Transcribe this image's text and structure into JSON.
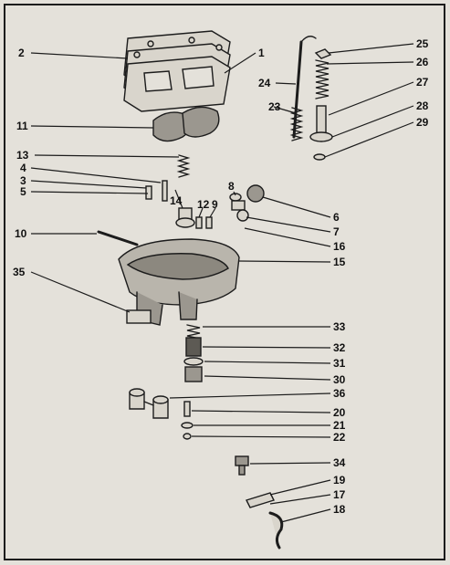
{
  "figure": {
    "callouts": [
      {
        "id": "1",
        "text": "1"
      },
      {
        "id": "2",
        "text": "2"
      },
      {
        "id": "3",
        "text": "3"
      },
      {
        "id": "4",
        "text": "4"
      },
      {
        "id": "5",
        "text": "5"
      },
      {
        "id": "6",
        "text": "6"
      },
      {
        "id": "7",
        "text": "7"
      },
      {
        "id": "8",
        "text": "8"
      },
      {
        "id": "9",
        "text": "9"
      },
      {
        "id": "10",
        "text": "10"
      },
      {
        "id": "11",
        "text": "11"
      },
      {
        "id": "12",
        "text": "12"
      },
      {
        "id": "13",
        "text": "13"
      },
      {
        "id": "14",
        "text": "14"
      },
      {
        "id": "15",
        "text": "15"
      },
      {
        "id": "16",
        "text": "16"
      },
      {
        "id": "17",
        "text": "17"
      },
      {
        "id": "18",
        "text": "18"
      },
      {
        "id": "19",
        "text": "19"
      },
      {
        "id": "20",
        "text": "20"
      },
      {
        "id": "21",
        "text": "21"
      },
      {
        "id": "22",
        "text": "22"
      },
      {
        "id": "23",
        "text": "23"
      },
      {
        "id": "24",
        "text": "24"
      },
      {
        "id": "25",
        "text": "25"
      },
      {
        "id": "26",
        "text": "26"
      },
      {
        "id": "27",
        "text": "27"
      },
      {
        "id": "28",
        "text": "28"
      },
      {
        "id": "29",
        "text": "29"
      },
      {
        "id": "30",
        "text": "30"
      },
      {
        "id": "31",
        "text": "31"
      },
      {
        "id": "32",
        "text": "32"
      },
      {
        "id": "33",
        "text": "33"
      },
      {
        "id": "34",
        "text": "34"
      },
      {
        "id": "35",
        "text": "35"
      },
      {
        "id": "36",
        "text": "36"
      }
    ]
  },
  "colors": {
    "paper": "#e4e1da",
    "ink": "#1c1c1c",
    "part_fill": "#d9d5cc"
  }
}
